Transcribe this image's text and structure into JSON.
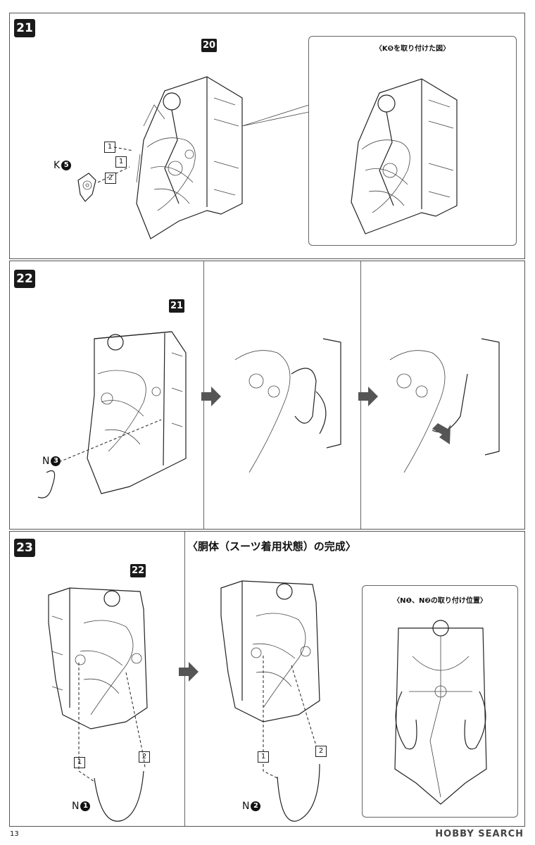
{
  "steps": [
    {
      "number": "21",
      "ref_step": "20",
      "inset_caption": "〈K❺を取り付けた図〉",
      "part": {
        "letter": "K",
        "num": "5"
      },
      "order_labels": [
        "1",
        "1",
        "2"
      ]
    },
    {
      "number": "22",
      "ref_step": "21",
      "part": {
        "letter": "N",
        "num": "3"
      }
    },
    {
      "number": "23",
      "ref_step": "22",
      "title": "〈胴体（スーツ着用状態）の完成〉",
      "inset_caption": "〈N❶、N❷の取り付け位置〉",
      "part_a": {
        "letter": "N",
        "num": "1"
      },
      "part_b": {
        "letter": "N",
        "num": "2"
      },
      "order_labels_a": [
        "1",
        "2"
      ],
      "order_labels_b": [
        "1",
        "2"
      ]
    }
  ],
  "page_number": "13",
  "watermark": "HOBBY SEARCH",
  "colors": {
    "badge": "#1a1a1a",
    "arrow": "#555555",
    "line": "#222222"
  }
}
